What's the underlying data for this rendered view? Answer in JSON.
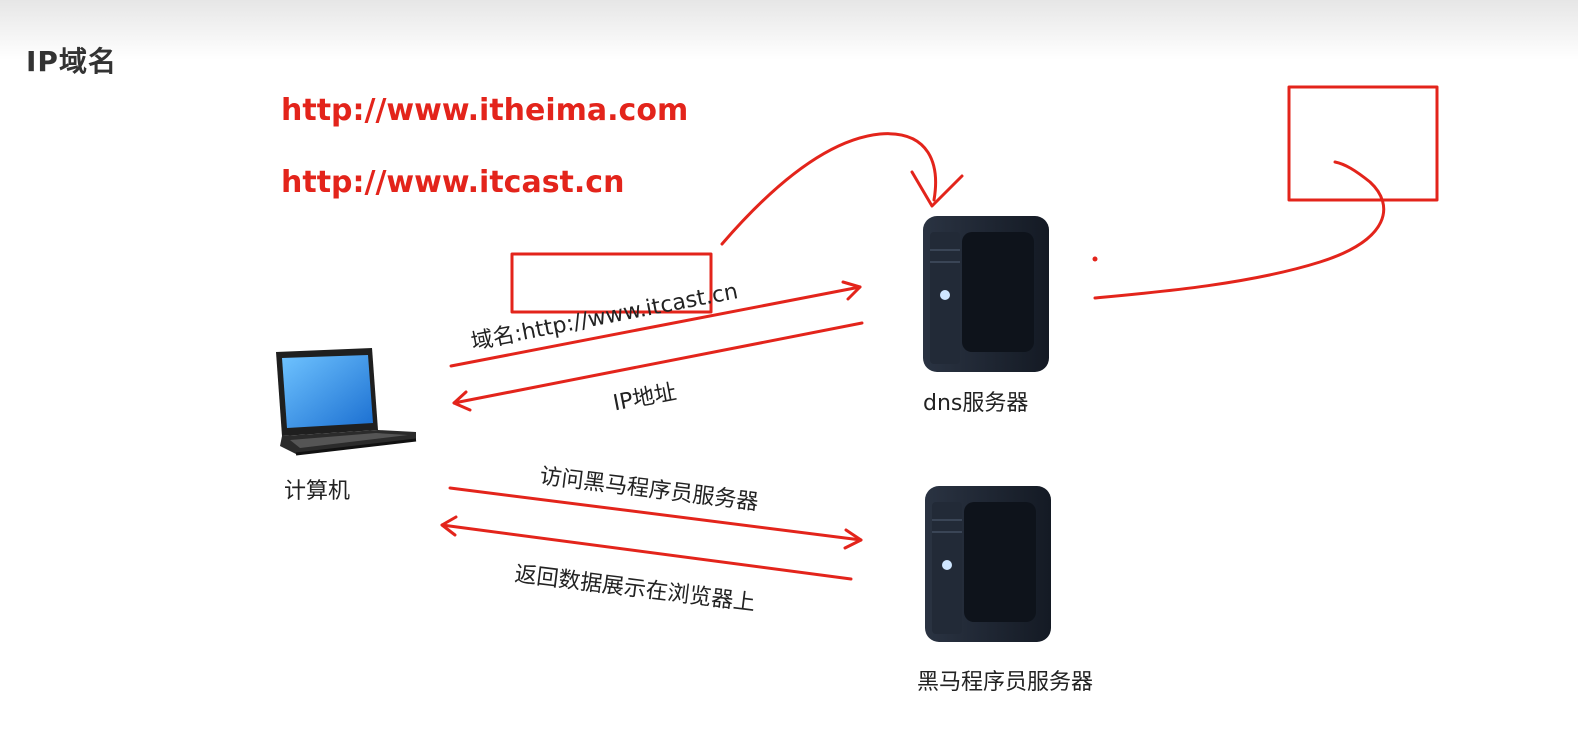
{
  "slide": {
    "title": "IP域名",
    "url1": "http://www.itheima.com",
    "url2": "http://www.itcast.cn"
  },
  "nodes": {
    "computer": "计算机",
    "dns_server": "dns服务器",
    "web_server": "黑马程序员服务器"
  },
  "arrows": {
    "domain_request": "域名:http://www.itcast.cn",
    "ip_reply": "IP地址",
    "visit_server": "访问黑马程序员服务器",
    "return_data": "返回数据展示在浏览器上"
  },
  "colors": {
    "accent_red": "#e3241b",
    "text": "#222222",
    "server_body": "#1c2330"
  }
}
